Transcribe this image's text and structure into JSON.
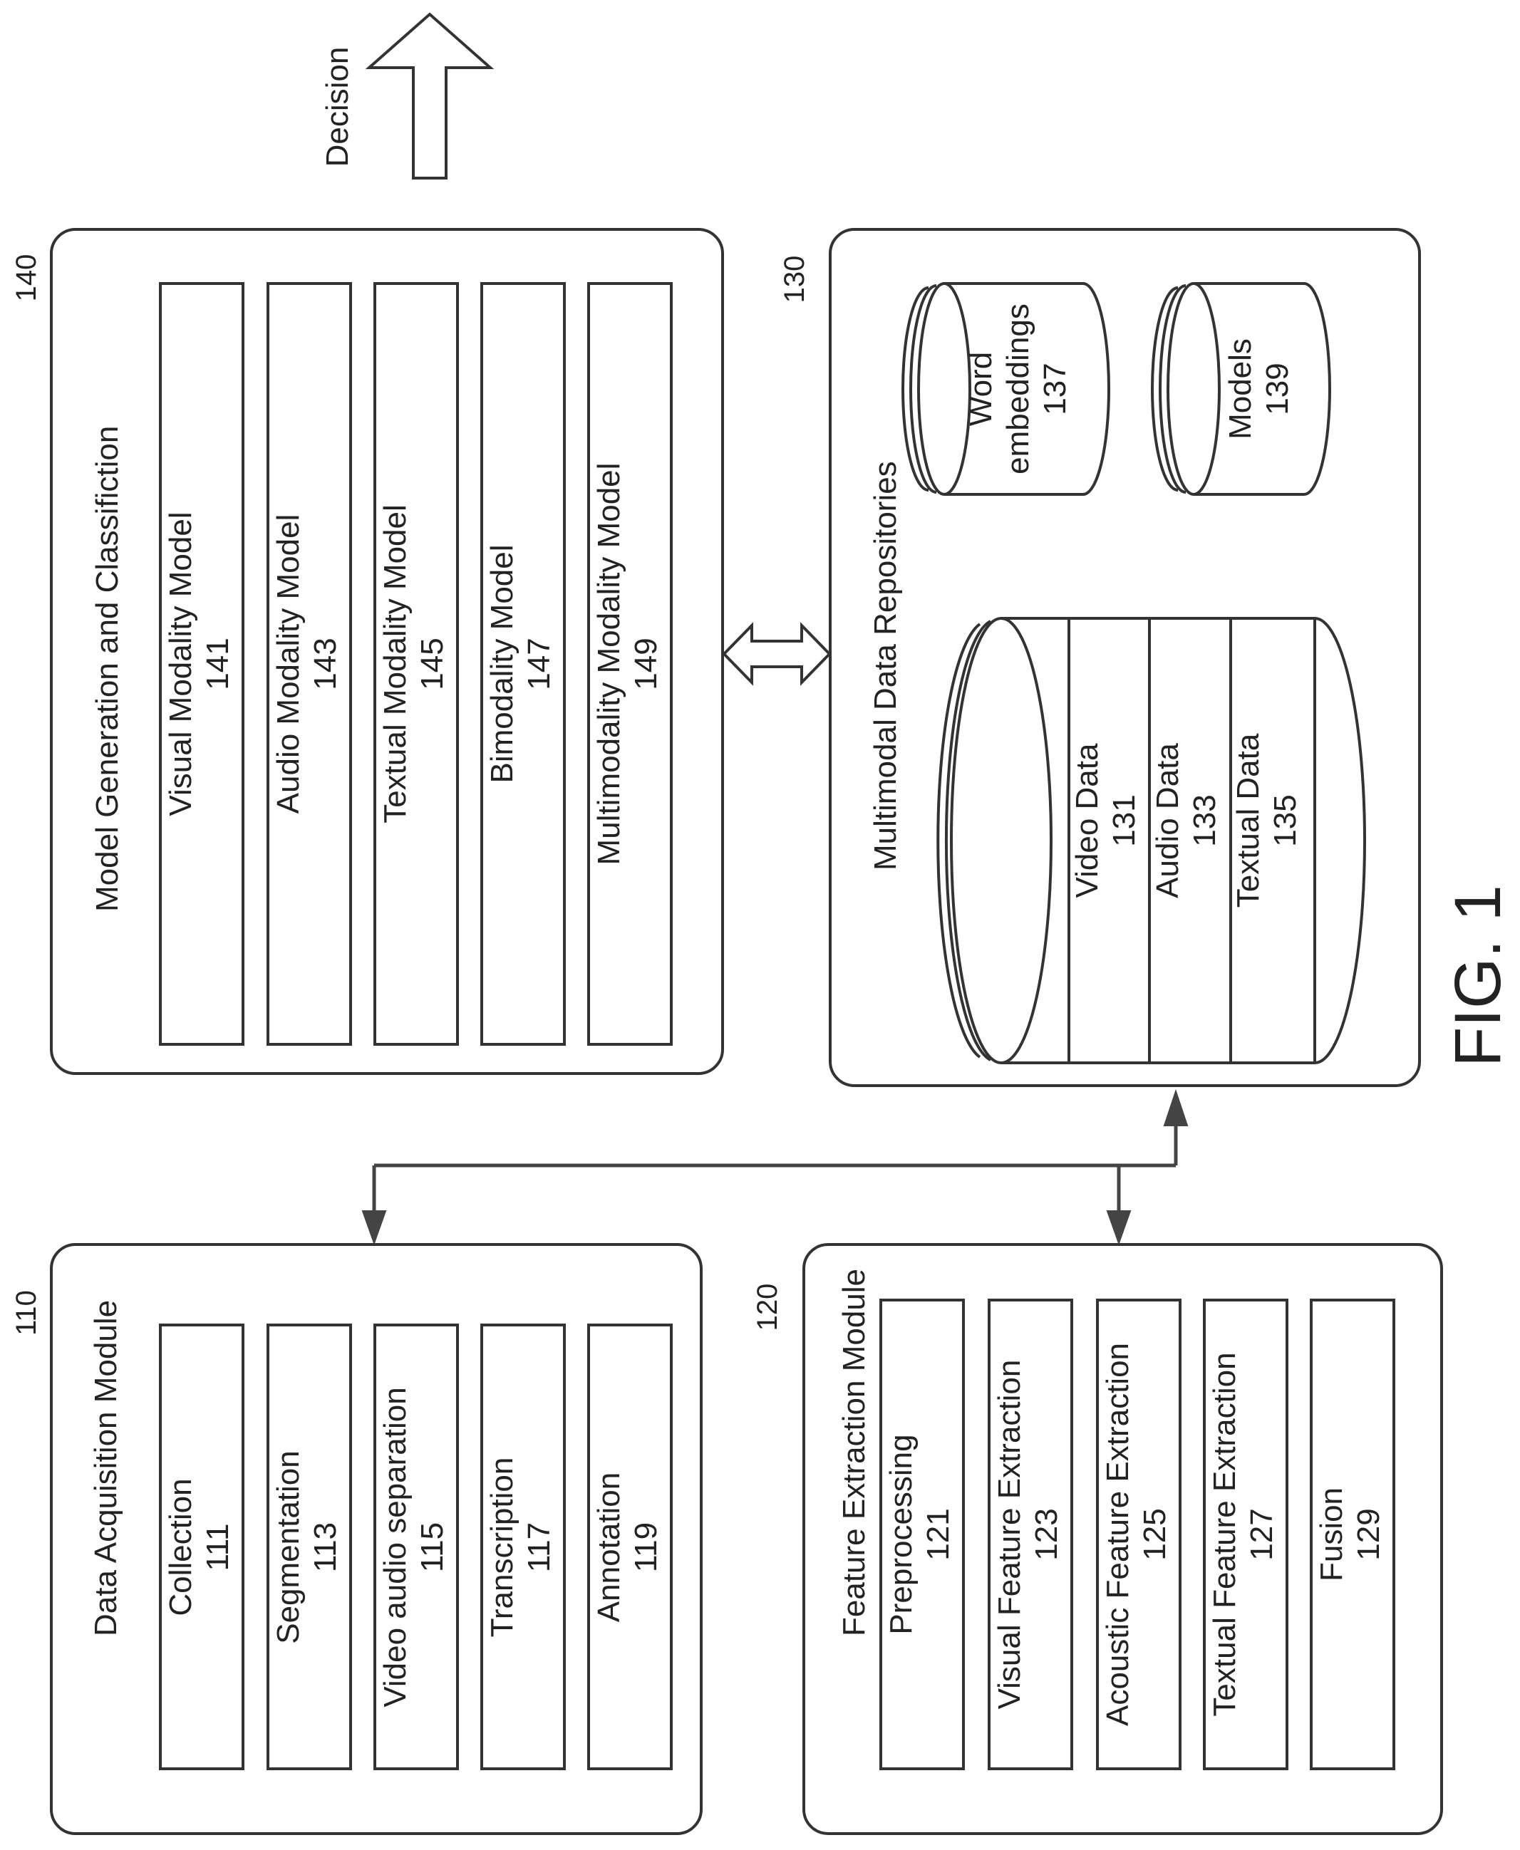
{
  "figure_label": "FIG. 1",
  "output_label": "Decision",
  "modules": {
    "model_generation": {
      "ref": "140",
      "title": "Model Generation and Classifiction",
      "items": [
        {
          "name": "Visual Modality Model",
          "ref": "141"
        },
        {
          "name": "Audio Modality Model",
          "ref": "143"
        },
        {
          "name": "Textual Modality Model",
          "ref": "145"
        },
        {
          "name": "Bimodality Model",
          "ref": "147"
        },
        {
          "name": "Multimodality Modality Model",
          "ref": "149"
        }
      ]
    },
    "repositories": {
      "ref": "130",
      "title": "Multimodal Data Repositories",
      "data_store": [
        {
          "name": "Video Data",
          "ref": "131"
        },
        {
          "name": "Audio Data",
          "ref": "133"
        },
        {
          "name": "Textual Data",
          "ref": "135"
        }
      ],
      "word_embeddings": {
        "line1": "Word",
        "line2": "embeddings",
        "ref": "137"
      },
      "models": {
        "name": "Models",
        "ref": "139"
      }
    },
    "data_acquisition": {
      "ref": "110",
      "title": "Data Acquisition Module",
      "items": [
        {
          "name": "Collection",
          "ref": "111"
        },
        {
          "name": "Segmentation",
          "ref": "113"
        },
        {
          "name": "Video audio separation",
          "ref": "115"
        },
        {
          "name": "Transcription",
          "ref": "117"
        },
        {
          "name": "Annotation",
          "ref": "119"
        }
      ]
    },
    "feature_extraction": {
      "ref": "120",
      "title": "Feature Extraction Module",
      "items": [
        {
          "name": "Preprocessing",
          "ref": "121"
        },
        {
          "name": "Visual Feature Extraction",
          "ref": "123"
        },
        {
          "name": "Acoustic Feature Extraction",
          "ref": "125"
        },
        {
          "name": "Textual Feature Extraction",
          "ref": "127"
        },
        {
          "name": "Fusion",
          "ref": "129"
        }
      ]
    }
  }
}
